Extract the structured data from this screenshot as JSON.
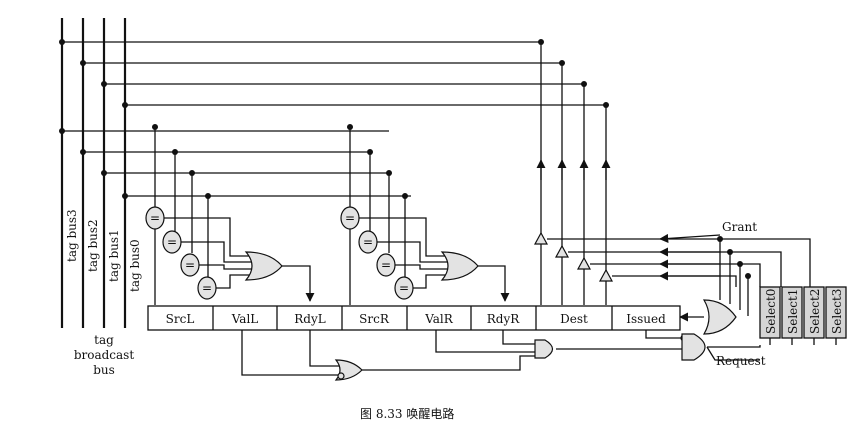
{
  "bus_labels": [
    "tag bus3",
    "tag bus2",
    "tag bus1",
    "tag bus0"
  ],
  "bus_group_label": [
    "tag",
    "broadcast",
    "bus"
  ],
  "fields": [
    "SrcL",
    "ValL",
    "RdyL",
    "SrcR",
    "ValR",
    "RdyR",
    "Dest",
    "Issued"
  ],
  "comparator_symbol": "=",
  "selects": [
    "Select0",
    "Select1",
    "Select2",
    "Select3"
  ],
  "grant_label": "Grant",
  "request_label": "Request",
  "caption": "图 8.33   唤醒电路"
}
